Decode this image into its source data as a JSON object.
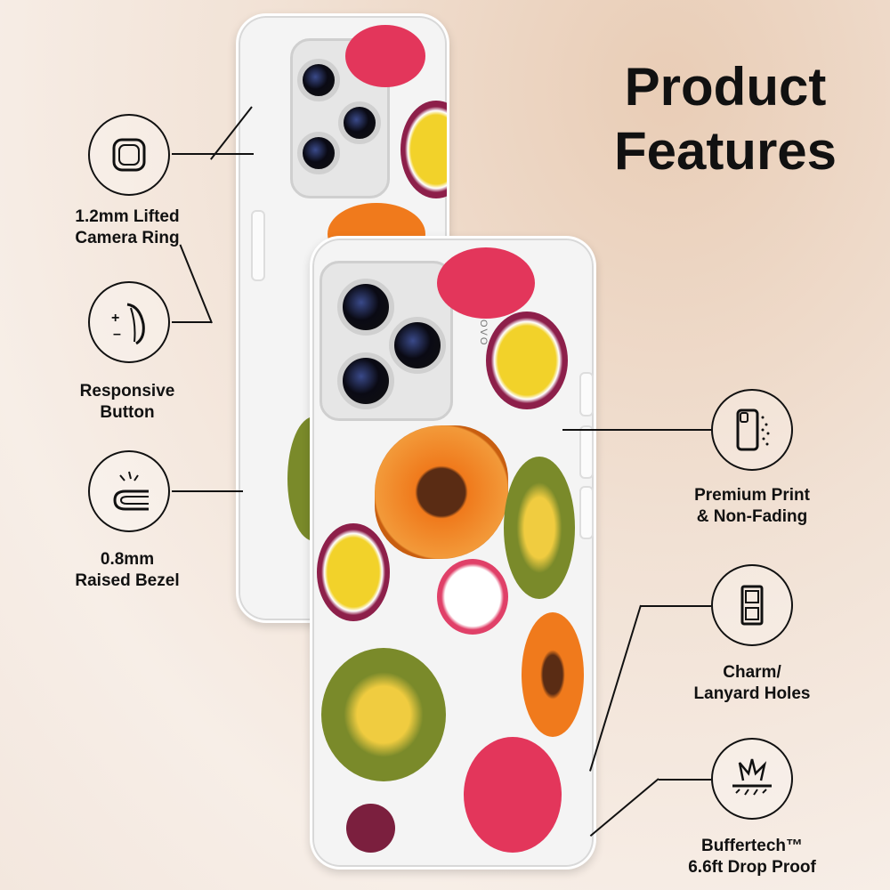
{
  "title": {
    "line1": "Product",
    "line2": "Features"
  },
  "brand_logo": "MOSNOVO",
  "features_left": [
    {
      "icon": "camera-ring-icon",
      "label1": "1.2mm Lifted",
      "label2": "Camera Ring"
    },
    {
      "icon": "responsive-button-icon",
      "label1": "Responsive",
      "label2": "Button"
    },
    {
      "icon": "raised-bezel-icon",
      "label1": "0.8mm",
      "label2": "Raised Bezel"
    }
  ],
  "features_right": [
    {
      "icon": "premium-print-icon",
      "label1": "Premium Print",
      "label2": "& Non-Fading"
    },
    {
      "icon": "lanyard-holes-icon",
      "label1": "Charm/",
      "label2": "Lanyard Holes"
    },
    {
      "icon": "drop-proof-icon",
      "label1": "Buffertech™",
      "label2": "6.6ft Drop Proof"
    }
  ]
}
